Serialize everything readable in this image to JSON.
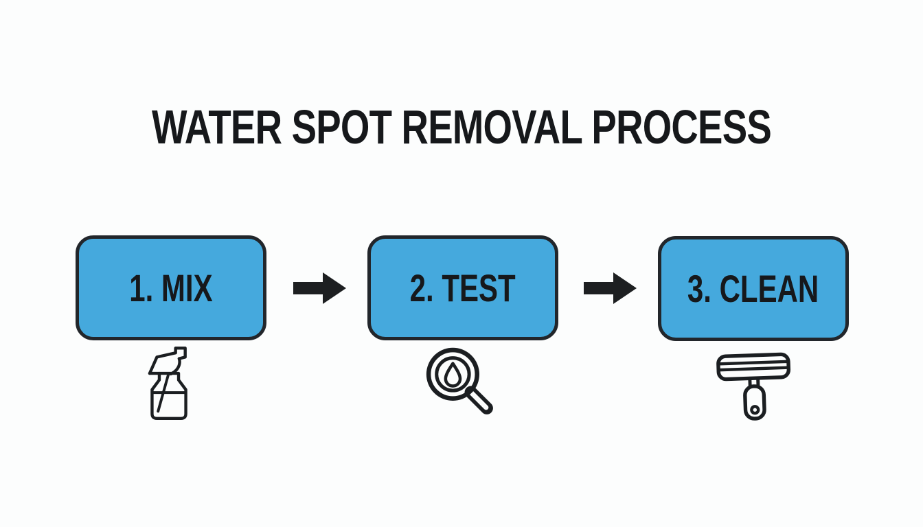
{
  "title": "WATER SPOT REMOVAL PROCESS",
  "steps": [
    {
      "number": "1",
      "label": "1. MIX",
      "icon": "spray-bottle-icon"
    },
    {
      "number": "2",
      "label": "2. TEST",
      "icon": "magnifier-water-drop-icon"
    },
    {
      "number": "3",
      "label": "3. CLEAN",
      "icon": "squeegee-icon"
    }
  ],
  "connectors": [
    {
      "icon": "arrow-right-icon"
    },
    {
      "icon": "arrow-right-icon"
    }
  ],
  "colors": {
    "background": "#fcfdfd",
    "box_fill": "#45a9dd",
    "box_border": "#22262b",
    "text": "#16181b",
    "arrow": "#1d1f21",
    "icon_stroke": "#1b1e21"
  }
}
